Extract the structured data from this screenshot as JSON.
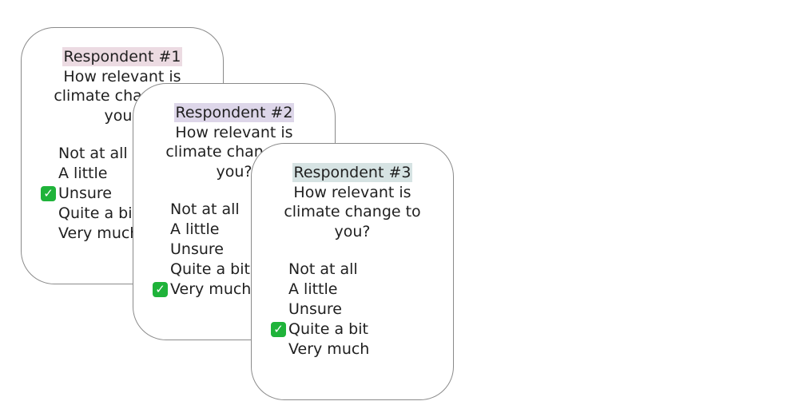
{
  "respondents": [
    {
      "label": "Respondent #1",
      "highlight": "#ecdbe2",
      "question": "How relevant is climate change to you?",
      "options": [
        "Not at all",
        "A little",
        "Unsure",
        "Quite a bit",
        "Very much"
      ],
      "selected": "Unsure"
    },
    {
      "label": "Respondent #2",
      "highlight": "#ddd6e9",
      "question": "How relevant is climate change to you?",
      "options": [
        "Not at all",
        "A little",
        "Unsure",
        "Quite a bit",
        "Very much"
      ],
      "selected": "Very much"
    },
    {
      "label": "Respondent #3",
      "highlight": "#d6e3e3",
      "question": "How relevant is climate change to you?",
      "options": [
        "Not at all",
        "A little",
        "Unsure",
        "Quite a bit",
        "Very much"
      ],
      "selected": "Quite a bit"
    }
  ],
  "checkmark": {
    "icon": "check-mark-icon",
    "glyph": "✓",
    "color": "#1fb33a"
  }
}
